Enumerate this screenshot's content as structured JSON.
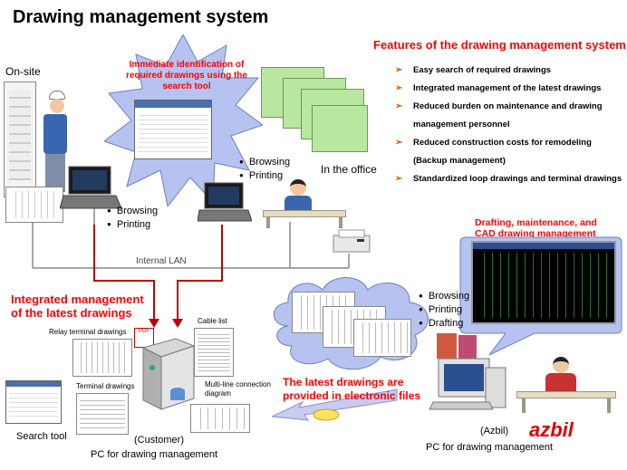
{
  "title": "Drawing management system",
  "features": {
    "title": "Features of the drawing management system",
    "items": [
      "Easy search of required drawings",
      "Integrated management of the latest drawings",
      "Reduced burden on maintenance and drawing management personnel",
      "Reduced construction costs for remodeling (Backup management)",
      "Standardized loop drawings and terminal drawings"
    ]
  },
  "onsite": {
    "label": "On-site",
    "actions": [
      "Browsing",
      "Printing"
    ]
  },
  "search_callout": "Immediate identification of required drawings using the search tool",
  "office": {
    "label": "In the office",
    "actions": [
      "Browsing",
      "Printing"
    ]
  },
  "lan_label": "Internal LAN",
  "integrated": {
    "label": "Integrated management of the latest drawings"
  },
  "customer": {
    "relay_label": "Relay terminal drawings",
    "terminal_label": "Terminal drawings",
    "cable_label": "Cable list",
    "multiline_label": "Multi-line connection diagram",
    "search_tool_label": "Search tool",
    "owner": "(Customer)",
    "pc_label": "PC for drawing management"
  },
  "electronic_label": "The latest drawings are provided in electronic files",
  "azbil": {
    "cad_label": "Drafting, maintenance, and CAD drawing management",
    "actions": [
      "Browsing",
      "Printing",
      "Drafting"
    ],
    "logo": "azbil",
    "owner": "(Azbil)",
    "pc_label": "PC for drawing management"
  },
  "colors": {
    "accent": "#ff0000",
    "arrow": "#c00000",
    "cloud": "#b6c3f0",
    "star": "#b6c3f0"
  }
}
